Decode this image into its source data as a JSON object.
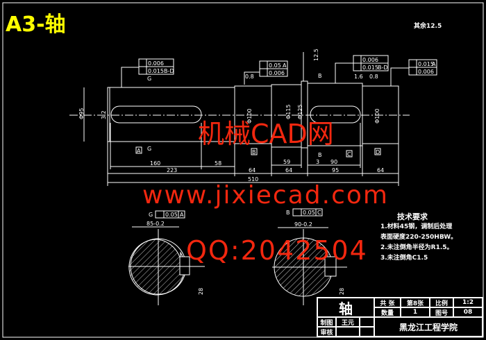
{
  "title": "A3-轴",
  "roughness_note": "其余12.5",
  "watermarks": [
    "机械CAD网",
    "www.jixiecad.com",
    "QQ:2042504"
  ],
  "tech_requirements": {
    "heading": "技术要求",
    "lines": [
      "1.材料45钢，调制后处理",
      "表面硬度220-250HBW。",
      "2.未注倒角半径为R1.5。",
      "3.未注倒角C1.5"
    ]
  },
  "dimensions": {
    "d160": "160",
    "d58": "58",
    "d223": "223",
    "d64a": "64",
    "d64b": "64",
    "d95": "95",
    "d64c": "64",
    "d510": "510",
    "d59": "59",
    "d3": "3",
    "d90": "90",
    "dia_left": "Φ95",
    "dia_mid1": "Φ100",
    "dia_mid2": "Φ115",
    "dia_mid3": "Φ125",
    "dia_right": "Φ100",
    "sec_left": "85-0.2",
    "sec_right": "90-0.2",
    "key_left": "28",
    "key_right": "28",
    "rough_08a": "0.8",
    "rough_16": "1.6",
    "rough_08b": "0.8",
    "rough_32": "3.2",
    "rough_125": "12.5"
  },
  "tolerances": {
    "fcf1": [
      "0.006",
      "0.015",
      "B-D"
    ],
    "fcf2": [
      "0.05",
      "A",
      "0.006"
    ],
    "fcf3": [
      "0.006",
      "0.015",
      "B-D"
    ],
    "fcf4": [
      "0.015",
      "A",
      "0.006"
    ],
    "fcf5": [
      "0.05",
      "A"
    ],
    "fcf6": [
      "0.05",
      "C"
    ]
  },
  "datums": {
    "a": "A",
    "b": "B",
    "c": "C",
    "d": "D",
    "g": "G",
    "sec_b": "B",
    "sec_g": "G"
  },
  "title_block": {
    "part_name": "轴",
    "sheet_label": "共 张",
    "sheet_value": "第8张",
    "scale_label": "比例",
    "scale_value": "1:2",
    "qty_label": "数量",
    "qty_value": "1",
    "drawing_no_label": "图号",
    "drawing_no_value": "08",
    "drawn_label": "制图",
    "drawn_value": "王元",
    "checked_label": "审核",
    "school": "黑龙江工程学院"
  }
}
